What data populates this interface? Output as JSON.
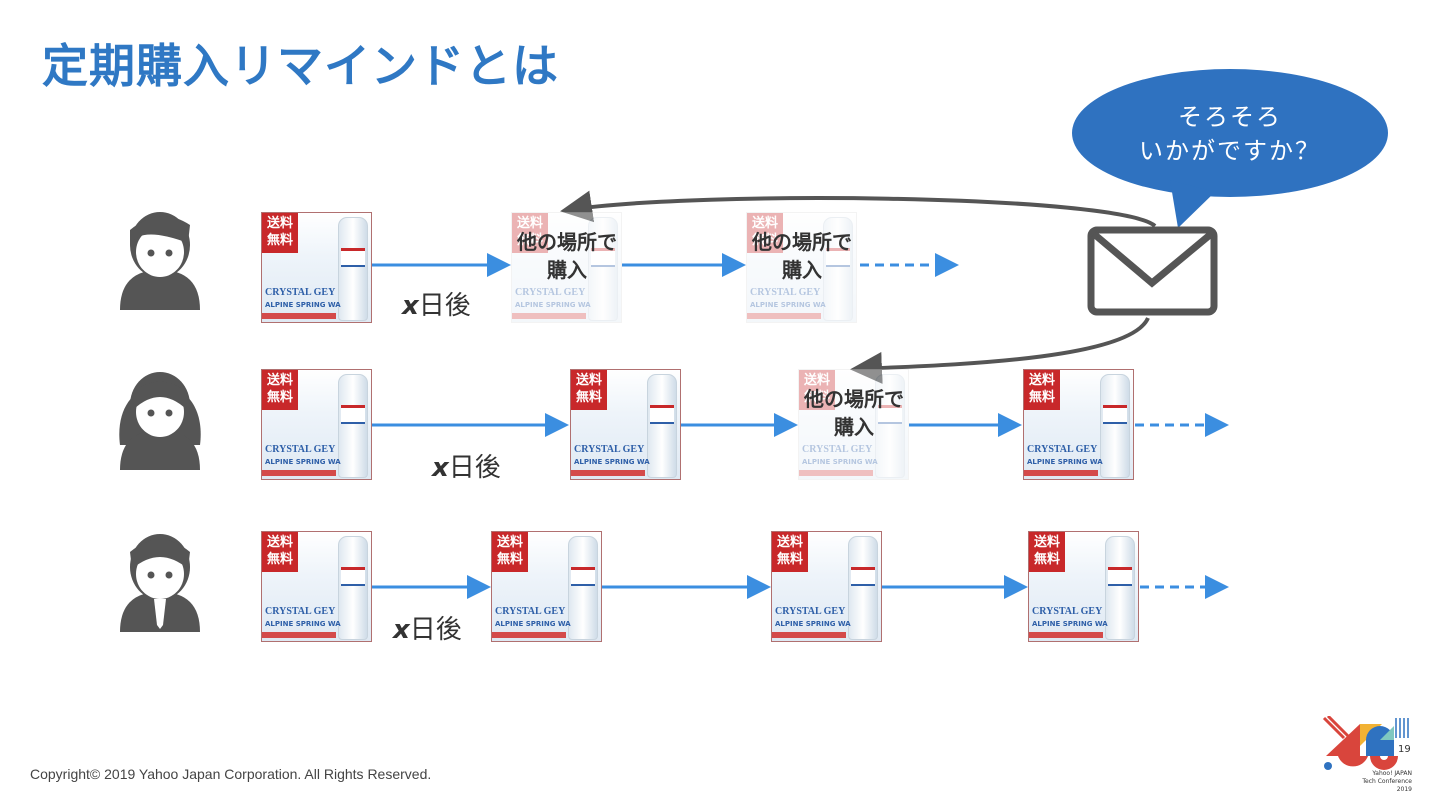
{
  "slide": {
    "title": "定期購入リマインドとは",
    "copyright": "Copyright© 2019  Yahoo Japan Corporation. All Rights Reserved.",
    "speech_bubble": [
      "そろそろ",
      "いかがですか？"
    ],
    "interval_label_var": "x",
    "interval_label_suffix": "日後",
    "overlay_text": [
      "他の場所で",
      "購入"
    ],
    "product": {
      "badge": [
        "送料",
        "無料"
      ],
      "brand": "CRYSTAL GEY",
      "sub": "ALPINE SPRING WA"
    },
    "logo_caption": [
      "Yahoo! JAPAN",
      "Tech Conference 2019"
    ],
    "colors": {
      "title": "#2f78c4",
      "arrow": "#3b8ee0",
      "bubble": "#2f72c0",
      "icon": "#555555",
      "badge": "#c8282a"
    },
    "rows": [
      {
        "person": "man-casual",
        "purchases": [
          "normal",
          "other-store",
          "other-store"
        ]
      },
      {
        "person": "woman",
        "purchases": [
          "normal",
          "normal",
          "other-store",
          "normal"
        ]
      },
      {
        "person": "man-suit",
        "purchases": [
          "normal",
          "normal",
          "normal",
          "normal"
        ]
      }
    ]
  }
}
